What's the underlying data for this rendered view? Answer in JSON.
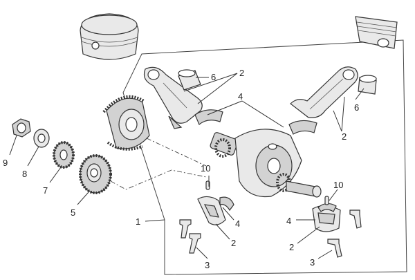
{
  "callouts": [
    {
      "id": "c-2-top",
      "label": "2"
    },
    {
      "id": "c-6-left",
      "label": "6"
    },
    {
      "id": "c-4-top",
      "label": "4"
    },
    {
      "id": "c-6-right",
      "label": "6"
    },
    {
      "id": "c-2-right",
      "label": "2"
    },
    {
      "id": "c-9",
      "label": "9"
    },
    {
      "id": "c-8",
      "label": "8"
    },
    {
      "id": "c-7",
      "label": "7"
    },
    {
      "id": "c-5",
      "label": "5"
    },
    {
      "id": "c-10-left",
      "label": "10"
    },
    {
      "id": "c-10-right",
      "label": "10"
    },
    {
      "id": "c-1",
      "label": "1"
    },
    {
      "id": "c-4-left",
      "label": "4"
    },
    {
      "id": "c-2-bottom-left",
      "label": "2"
    },
    {
      "id": "c-3-left",
      "label": "3"
    },
    {
      "id": "c-4-right",
      "label": "4"
    },
    {
      "id": "c-2-bottom-right",
      "label": "2"
    },
    {
      "id": "c-3-right",
      "label": "3"
    }
  ]
}
